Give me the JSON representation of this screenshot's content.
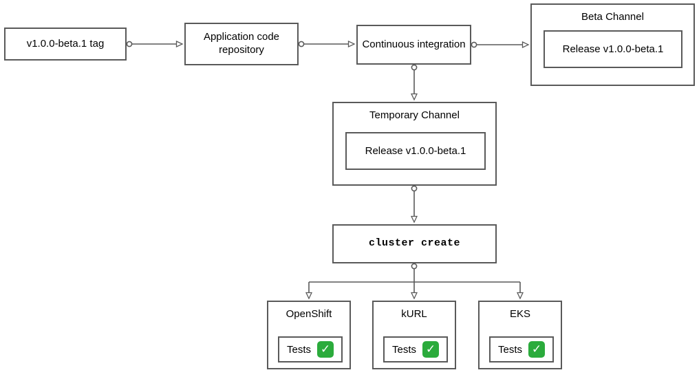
{
  "diagram": {
    "title": "release pipeline flowchart",
    "colors": {
      "border": "#595959",
      "check_green": "#2bab3c",
      "background": "#ffffff",
      "text": "#000000"
    },
    "icons": {
      "check": "✓"
    },
    "nodes": {
      "tag": {
        "label": "v1.0.0-beta.1 tag"
      },
      "repo": {
        "label": "Application code repository"
      },
      "ci": {
        "label": "Continuous integration"
      },
      "beta_channel": {
        "title": "Beta Channel",
        "release": "Release v1.0.0-beta.1"
      },
      "temp_channel": {
        "title": "Temporary Channel",
        "release": "Release v1.0.0-beta.1"
      },
      "cluster_create": {
        "label": "cluster create"
      },
      "openshift": {
        "title": "OpenShift",
        "tests": "Tests"
      },
      "kurl": {
        "title": "kURL",
        "tests": "Tests"
      },
      "eks": {
        "title": "EKS",
        "tests": "Tests"
      }
    },
    "edges": [
      "tag -> repo",
      "repo -> ci",
      "ci -> beta_channel",
      "ci -> temp_channel",
      "temp_channel -> cluster_create",
      "cluster_create -> openshift",
      "cluster_create -> kurl",
      "cluster_create -> eks"
    ]
  }
}
